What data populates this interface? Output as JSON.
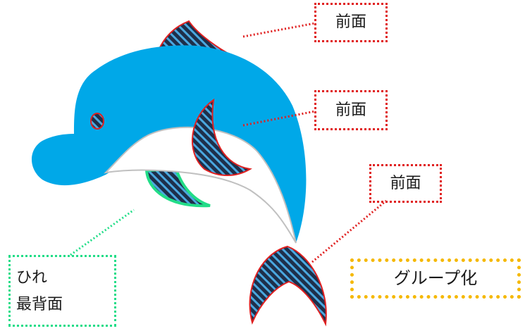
{
  "labels": {
    "front_top": "前面",
    "front_middle": "前面",
    "front_right": "前面",
    "fin": "ひれ",
    "backmost": "最背面",
    "group": "グループ化"
  },
  "colors": {
    "body": "#00a8e8",
    "belly": "#ffffff",
    "belly_outline": "#c0c0c0",
    "fin_fill": "#1e2f4a",
    "fin_stripe": "#4aa8e0",
    "fin_outline": "#e02020",
    "back_fin_outline": "#22dd88",
    "callout_red": "#e02020",
    "callout_green": "#22dd88",
    "callout_orange": "#f5b800"
  },
  "icons": [
    "dolphin-illustration",
    "fin-shape",
    "eye-shape",
    "tail-shape"
  ]
}
